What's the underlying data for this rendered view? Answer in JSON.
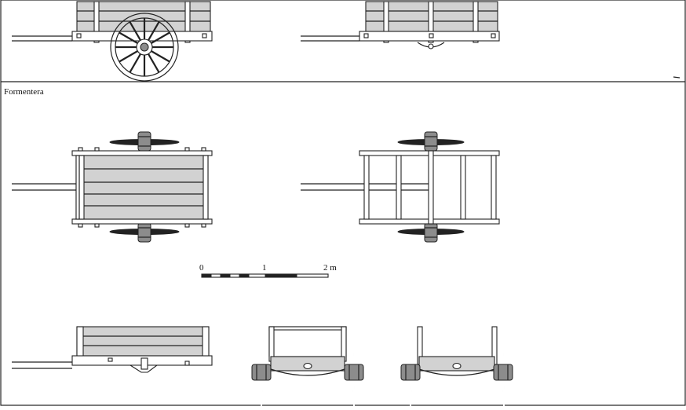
{
  "section_label": "Formentera",
  "scale_bar": {
    "ticks": [
      "0",
      "1",
      "2 m"
    ]
  },
  "colors": {
    "ink": "#222222",
    "wood_fill": "#d2d2d2",
    "hub_fill": "#8c8c8c",
    "background": "#ffffff"
  }
}
